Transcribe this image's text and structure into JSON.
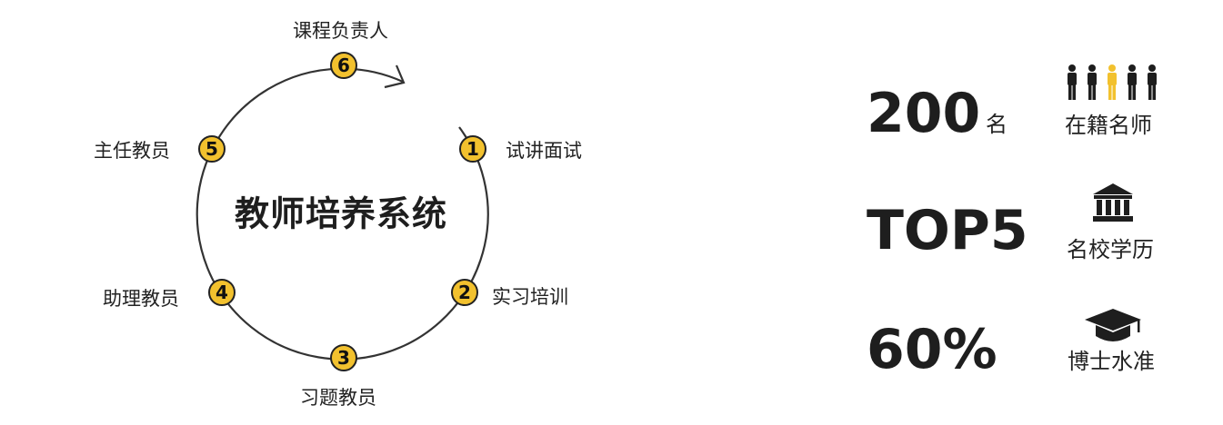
{
  "diagram": {
    "title": "教师培养系统",
    "stages": [
      {
        "number": "1",
        "label": "试讲面试"
      },
      {
        "number": "2",
        "label": "实习培训"
      },
      {
        "number": "3",
        "label": "习题教员"
      },
      {
        "number": "4",
        "label": "助理教员"
      },
      {
        "number": "5",
        "label": "主任教员"
      },
      {
        "number": "6",
        "label": "课程负责人"
      }
    ]
  },
  "stats": [
    {
      "value": "200",
      "unit": "名",
      "label": "在籍名师",
      "icon": "people-icon"
    },
    {
      "value": "TOP5",
      "unit": "",
      "label": "名校学历",
      "icon": "university-icon"
    },
    {
      "value": "60%",
      "unit": "",
      "label": "博士水准",
      "icon": "graduation-cap-icon"
    }
  ],
  "colors": {
    "accent": "#f2c12e",
    "text": "#1e1e1e",
    "line": "#333333"
  }
}
